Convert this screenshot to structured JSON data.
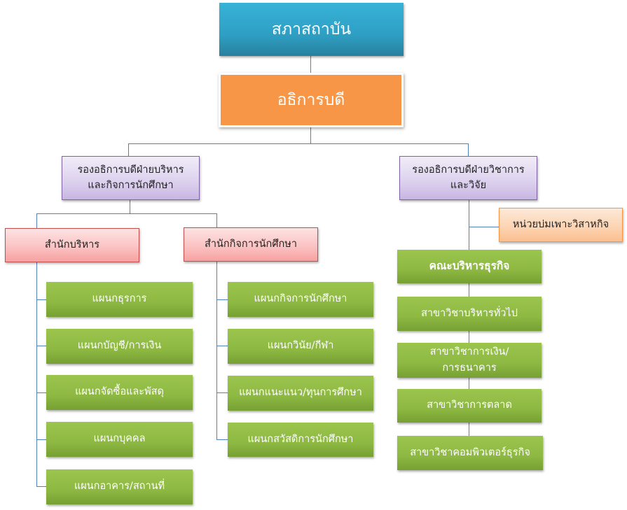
{
  "chart": {
    "council": {
      "label": "สภาสถาบัน",
      "color": "#31a7d1"
    },
    "president": {
      "label": "อธิการบดี",
      "color": "#f79646"
    },
    "vp_admin": {
      "lines": [
        "รองอธิการบดีฝ่ายบริหาร",
        "และกิจการนักศึกษา"
      ],
      "color": "#ded3ef"
    },
    "vp_academic": {
      "lines": [
        "รองอธิการบดีฝ่ายวิชาการ",
        "และวิจัย"
      ],
      "color": "#ded3ef"
    },
    "office_admin": {
      "label": "สำนักบริหาร",
      "color": "#fbc3c3",
      "departments": [
        "แผนกธุรการ",
        "แผนกบัญชี/การเงิน",
        "แผนกจัดซื้อและพัสดุ",
        "แผนกบุคคล",
        "แผนกอาคาร/สถานที่"
      ]
    },
    "office_student": {
      "label": "สำนักกิจการนักศึกษา",
      "color": "#fbc3c3",
      "departments": [
        "แผนกกิจการนักศึกษา",
        "แผนกวินัย/กีฬา",
        "แผนกแนะแนว/ทุนการศึกษา",
        "แผนกสวัสดิการนักศึกษา"
      ]
    },
    "incubator": {
      "label": "หน่วยบ่มเพาะวิสาหกิจ",
      "color": "#fcd5b4"
    },
    "faculty": {
      "label": "คณะบริหารธุรกิจ",
      "color": "#8db842",
      "majors": [
        {
          "lines": [
            "สาขาวิชาบริหารทั่วไป"
          ]
        },
        {
          "lines": [
            "สาขาวิชาการเงิน/",
            "การธนาคาร"
          ]
        },
        {
          "lines": [
            "สาขาวิชาการตลาด"
          ]
        },
        {
          "lines": [
            "สาขาวิชาคอมพิวเตอร์ธุรกิจ"
          ]
        }
      ]
    },
    "connector_color": "#4f81bd"
  }
}
